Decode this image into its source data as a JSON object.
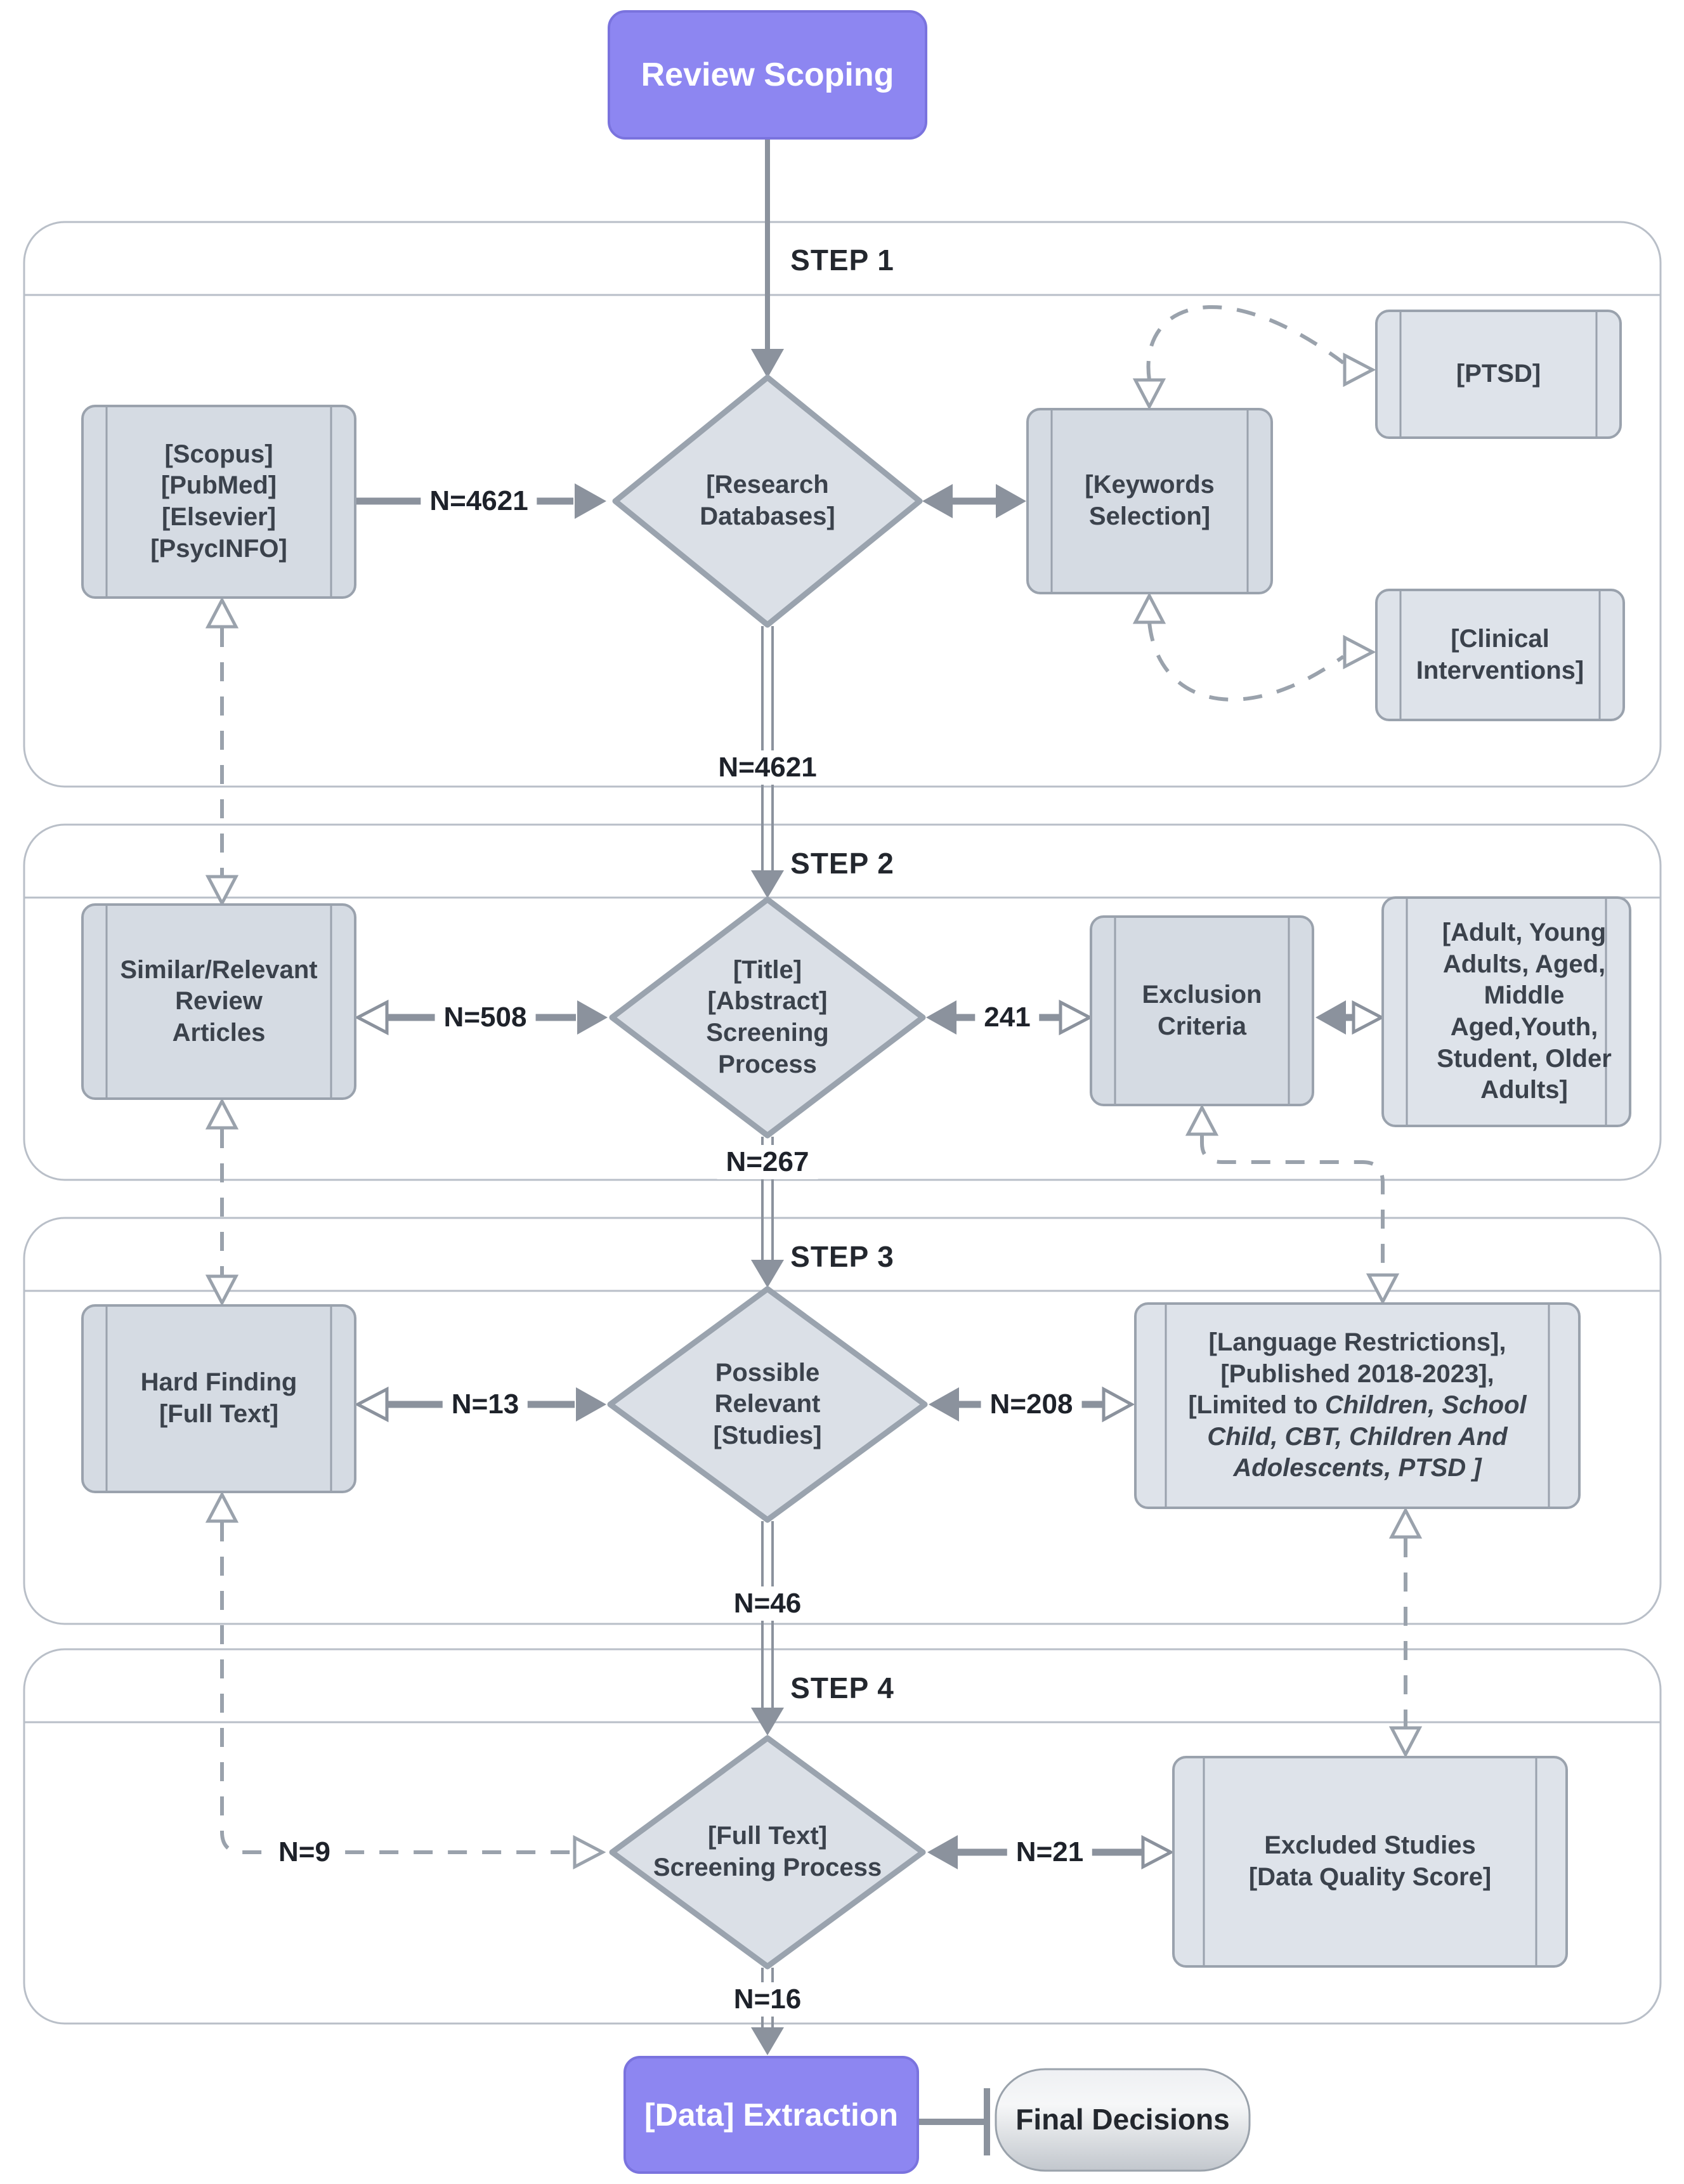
{
  "colors": {
    "accent_purple": "#8d86f1",
    "purple_border": "#7a73de",
    "node_fill": "#d5dbe3",
    "node_fill_light": "#dee3ea",
    "node_border": "#9aa2ad",
    "diamond_fill": "#dbe0e7",
    "connector": "#8b929d",
    "dashed_connector": "#9aa2ac",
    "container_border": "#b9bfc8"
  },
  "start": {
    "label": "Review Scoping"
  },
  "steps": [
    {
      "label": "STEP 1"
    },
    {
      "label": "STEP 2"
    },
    {
      "label": "STEP 3"
    },
    {
      "label": "STEP 4"
    }
  ],
  "nodes": {
    "databases": {
      "lines": [
        "[Scopus]",
        "[PubMed]",
        "[Elsevier]",
        "[PsycINFO]"
      ]
    },
    "research_databases": {
      "lines": [
        "[Research",
        "Databases]"
      ]
    },
    "keywords_selection": {
      "lines": [
        "[Keywords",
        "Selection]"
      ]
    },
    "ptsd": {
      "label": "[PTSD]"
    },
    "clinical_interventions": {
      "lines": [
        "[Clinical",
        "Interventions]"
      ]
    },
    "similar_review": {
      "lines": [
        "Similar/Relevant",
        "Review",
        "Articles"
      ]
    },
    "title_abstract": {
      "lines": [
        "[Title]",
        "[Abstract]",
        "Screening",
        "Process"
      ]
    },
    "exclusion_criteria": {
      "lines": [
        "Exclusion",
        "Criteria"
      ]
    },
    "age_terms": {
      "label": "[Adult, Young Adults, Aged, Middle Aged,Youth, Student, Older Adults]"
    },
    "hard_finding": {
      "lines": [
        "Hard Finding",
        "[Full Text]"
      ]
    },
    "possible_relevant": {
      "lines": [
        "Possible",
        "Relevant",
        "[Studies]"
      ]
    },
    "restrictions": {
      "line1": "[Language Restrictions],",
      "line2": "[Published 2018-2023],",
      "limited_prefix": "[Limited to ",
      "limited_terms": "Children, School Child, CBT, Children And Adolescents, PTSD ]"
    },
    "full_text_screening": {
      "lines": [
        "[Full Text]",
        "Screening Process"
      ]
    },
    "excluded_studies": {
      "lines": [
        "Excluded Studies",
        "[Data Quality Score]"
      ]
    },
    "data_extraction": {
      "label": "[Data] Extraction"
    },
    "final_decisions": {
      "label": "Final Decisions"
    }
  },
  "edge_labels": {
    "databases_to_research": "N=4621",
    "research_to_screening": "N=4621",
    "screening_to_similar": "N=508",
    "screening_to_exclusion": "241",
    "screening_to_relevant": "N=267",
    "relevant_to_hard_finding": "N=13",
    "relevant_to_restrictions": "N=208",
    "relevant_to_full_text": "N=46",
    "hard_finding_to_full_text": "N=9",
    "full_text_to_excluded": "N=21",
    "full_text_to_extraction": "N=16"
  }
}
